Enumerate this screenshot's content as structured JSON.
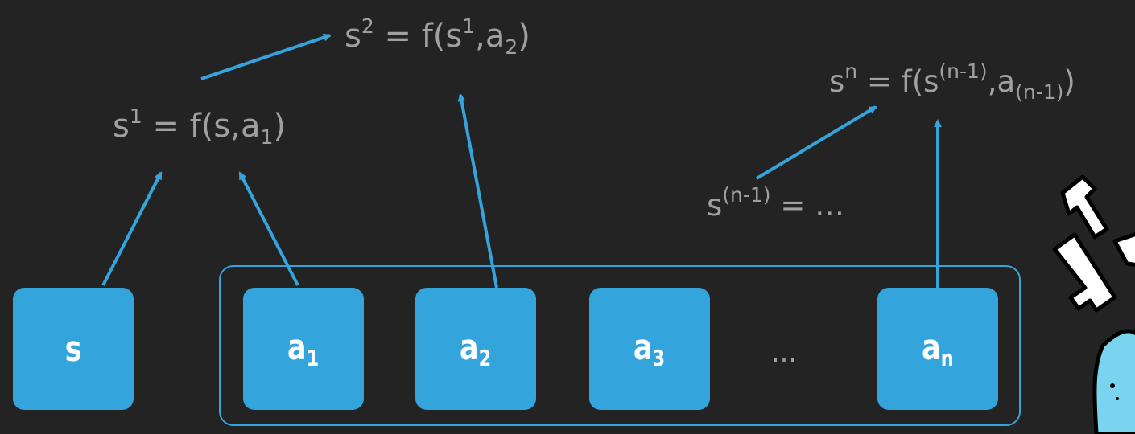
{
  "boxes": {
    "s": {
      "label": "s"
    },
    "a1": {
      "label": "a",
      "sub": "1"
    },
    "a2": {
      "label": "a",
      "sub": "2"
    },
    "a3": {
      "label": "a",
      "sub": "3"
    },
    "an": {
      "label": "a",
      "sub": "n"
    }
  },
  "ellipsis": "…",
  "formulas": {
    "s1": {
      "lhs": "s",
      "lhs_sup": "1",
      "mid": " = f(s,a",
      "sub": "1",
      "end": ")"
    },
    "s2": {
      "lhs": "s",
      "lhs_sup": "2",
      "mid": " = f(s",
      "mid_sup": "1",
      "mid2": ",a",
      "sub": "2",
      "end": ")"
    },
    "sn": {
      "lhs": "s",
      "lhs_sup": "n",
      "mid": " = f(s",
      "mid_sup": "(n-1)",
      "mid2": ",a",
      "sub": "(n-1)",
      "end": ")"
    },
    "snm1": {
      "lhs": "s",
      "lhs_sup": "(n-1)",
      "rest": " = …"
    }
  },
  "colors": {
    "accent": "#34a4dc",
    "background": "#232323",
    "formula_text": "#a0a0a0",
    "box_text": "#ffffff"
  }
}
